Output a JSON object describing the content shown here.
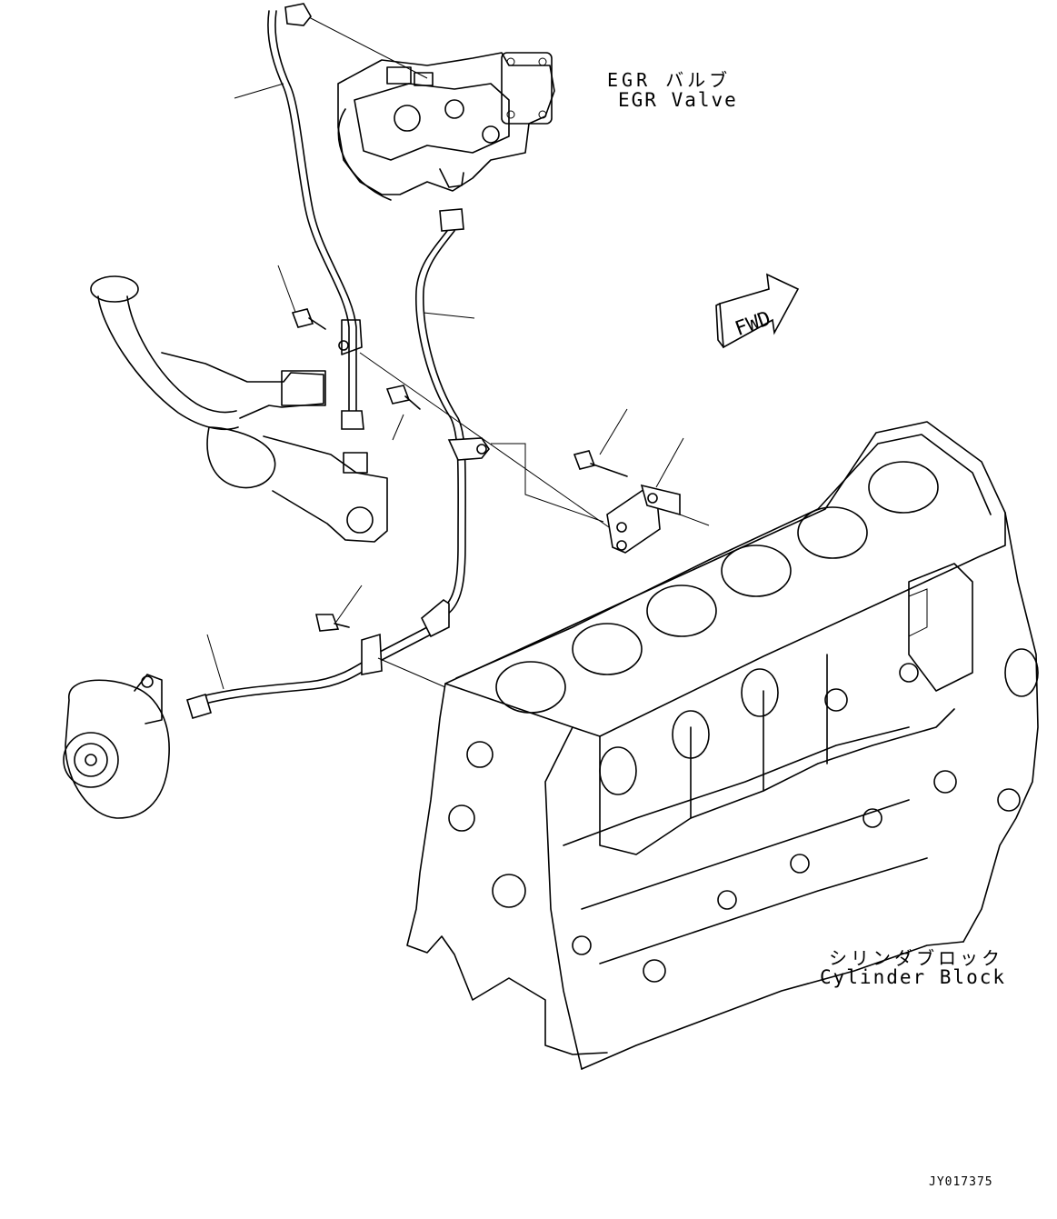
{
  "labels": {
    "egr_valve_jp": "EGR バルブ",
    "egr_valve_en": "EGR Valve",
    "cylinder_block_jp": "シリンダブロック",
    "cylinder_block_en": "Cylinder Block",
    "fwd": "FWD",
    "drawing_code": "JY017375"
  }
}
